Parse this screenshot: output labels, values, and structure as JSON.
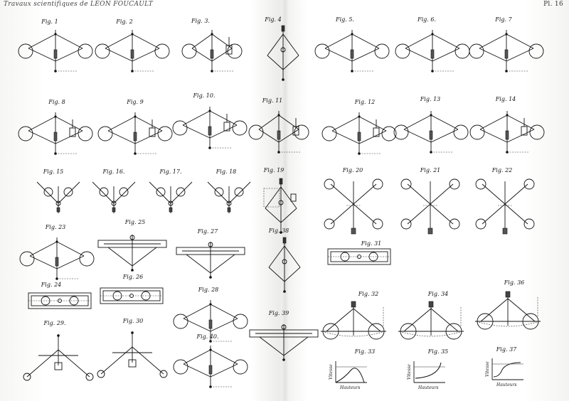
{
  "header": {
    "left": "Travaux scientifiques de LÉON FOUCAULT",
    "right": "Pl. 16"
  },
  "figures": [
    {
      "label": "Fig. 1",
      "kind": "pend",
      "spread": "wide"
    },
    {
      "label": "Fig. 2",
      "kind": "pend",
      "spread": "wide"
    },
    {
      "label": "Fig. 3.",
      "kind": "pend",
      "spread": "narrow",
      "box": "right"
    },
    {
      "label": "Fig. 4",
      "kind": "vert"
    },
    {
      "label": "Fig. 5.",
      "kind": "pend",
      "spread": "wide"
    },
    {
      "label": "Fig. 6.",
      "kind": "pend",
      "spread": "wide"
    },
    {
      "label": "Fig. 7",
      "kind": "pend",
      "spread": "wide"
    },
    {
      "label": "Fig. 8",
      "kind": "pend",
      "spread": "wide",
      "box": "right"
    },
    {
      "label": "Fig. 9",
      "kind": "pend",
      "spread": "wide",
      "box": "right"
    },
    {
      "label": "Fig. 10.",
      "kind": "pend",
      "spread": "wide",
      "box": "right"
    },
    {
      "label": "Fig. 11",
      "kind": "pend",
      "spread": "narrow",
      "box": "right"
    },
    {
      "label": "Fig. 12",
      "kind": "pend",
      "spread": "wide",
      "box": "right"
    },
    {
      "label": "Fig. 13",
      "kind": "pend",
      "spread": "wide"
    },
    {
      "label": "Fig. 14",
      "kind": "pend",
      "spread": "wide",
      "box": "right"
    },
    {
      "label": "Fig. 15",
      "kind": "vee"
    },
    {
      "label": "Fig. 16.",
      "kind": "vee"
    },
    {
      "label": "Fig. 17.",
      "kind": "vee"
    },
    {
      "label": "Fig. 18",
      "kind": "vee"
    },
    {
      "label": "Fig. 19",
      "kind": "vert",
      "box": "right"
    },
    {
      "label": "Fig. 20",
      "kind": "cross"
    },
    {
      "label": "Fig. 21",
      "kind": "cross"
    },
    {
      "label": "Fig. 22",
      "kind": "cross"
    },
    {
      "label": "Fig. 23",
      "kind": "pend",
      "spread": "wide"
    },
    {
      "label": "Fig. 25",
      "kind": "bar"
    },
    {
      "label": "Fig. 27",
      "kind": "bar"
    },
    {
      "label": "Fig. 38",
      "kind": "vert"
    },
    {
      "label": "Fig. 31",
      "kind": "rect"
    },
    {
      "label": "Fig. 24",
      "kind": "rect"
    },
    {
      "label": "Fig. 26",
      "kind": "rect"
    },
    {
      "label": "Fig. 28",
      "kind": "pend",
      "spread": "wide"
    },
    {
      "label": "Fig. 39",
      "kind": "bar"
    },
    {
      "label": "Fig. 32",
      "kind": "wheel"
    },
    {
      "label": "Fig. 34",
      "kind": "wheel"
    },
    {
      "label": "Fig. 36",
      "kind": "wheel"
    },
    {
      "label": "Fig. 29.",
      "kind": "inv"
    },
    {
      "label": "Fig. 30",
      "kind": "inv"
    },
    {
      "label": "Fig. 40.",
      "kind": "pend",
      "spread": "wide"
    },
    {
      "label": "Fig. 33",
      "kind": "graph",
      "curve": "hump",
      "ylabel": "Vitesse",
      "xlabel": "Hauteurs"
    },
    {
      "label": "Fig. 35",
      "kind": "graph",
      "curve": "rise",
      "ylabel": "Vitesse",
      "xlabel": "Hauteurs"
    },
    {
      "label": "Fig. 37",
      "kind": "graph",
      "curve": "sig",
      "ylabel": "Vitesse",
      "xlabel": "Hauteurs"
    }
  ]
}
